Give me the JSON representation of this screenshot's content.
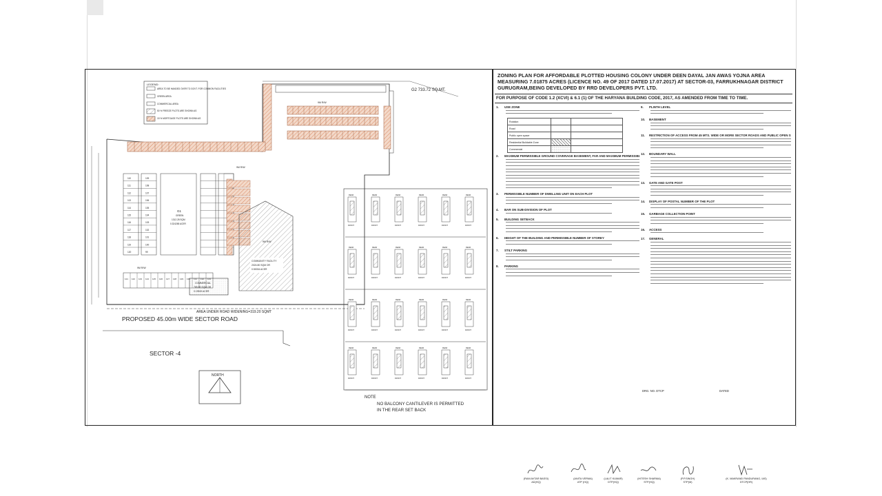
{
  "plan": {
    "legend_title": "LEGEND:",
    "legend_items": [
      {
        "label": "AREA TO BE HANDED OVER TO GOVT. FOR COMMON FACILITIES",
        "style": "line"
      },
      {
        "label": "GREEN AREA",
        "style": "plain"
      },
      {
        "label": "COMMERCIAL AREA",
        "style": "plain"
      },
      {
        "label": "50 % FREEZE PLOTS ARE SHOWN AS",
        "style": "hatch"
      },
      {
        "label": "15 % MORTGAGE PLOTS ARE SHOWN AS",
        "style": "pink"
      }
    ],
    "g2_label": "G2  733.72 SQ.MT.",
    "g1_label": "G1",
    "g1_sub": "GREEN",
    "g1_area": "1312.28 SQM",
    "g1_acre": "0.324265 ACER",
    "community_label": "COMMUNITY FACILITY",
    "community_area": "2024.80 SQM OR",
    "community_acre": "0.50034 ACER",
    "commercial_label": "COMMERCIAL",
    "commercial_area": "789.89 SQM OR",
    "commercial_acre": "0.19519 ACER",
    "road_label_1": "9M R/W",
    "road_label_2": "9M R/W",
    "road_label_3": "9M R/W",
    "road_label_4": "9M R/W",
    "widening": "AREA UNDER ROAD WIDENING=319.20 SQMT",
    "sector_road": "PROPOSED 45.00m WIDE SECTOR ROAD",
    "sector": "SECTOR -4",
    "north": "NORTH",
    "note_title": "NOTE",
    "note_text_1": "NO BALCONY CANTILEVER IS PERMITTED",
    "note_text_2": "IN THE REAR SET BACK",
    "plot_numbers_left_a": [
      "110",
      "111",
      "112",
      "113",
      "114",
      "115",
      "116",
      "117",
      "118",
      "119",
      "120"
    ],
    "plot_numbers_left_b": [
      "109",
      "108",
      "107",
      "106",
      "105",
      "104",
      "103",
      "102",
      "101",
      "100",
      "99"
    ],
    "plot_numbers_bottom": [
      "121",
      "122",
      "123",
      "124",
      "125",
      "126",
      "127",
      "128",
      "129",
      "130",
      "131",
      "132",
      "133"
    ],
    "detail_front": "FRONT",
    "detail_rear": "REAR"
  },
  "notes": {
    "title": "ZONING PLAN FOR AFFORDABLE PLOTTED HOUSING COLONY UNDER DEEN DAYAL JAN AWAS YOJNA AREA\nMEASURING 7.01875 ACRES (LICENCE NO. 49 OF 2017 DATED 17.07.2017) AT SECTOR-03, FARRUKHNAGAR DISTRICT\nGURUGRAM,BEING DEVELOPED BY RRD DEVELOPERS PVT. LTD.",
    "subtitle": "FOR PURPOSE OF CODE 1.2 (XCVI) & 6.1 (1) OF THE HARYANA BUILDING CODE, 2017, AS AMENDED FROM TIME TO TIME.",
    "left_sections": [
      {
        "num": "1.",
        "title": "USE ZONE"
      },
      {
        "num": "2.",
        "title": "MAXIMUM PERMISSIBLE GROUND COVERAGE BASEMENT, FAR AND MAXIMUM PERMISSIBLE HEIGHT INCLUDING STILT PARKING"
      },
      {
        "num": "3.",
        "title": "PERMISSIBLE NUMBER OF DWELLING UNIT ON EACH PLOT"
      },
      {
        "num": "4.",
        "title": "BAR ON SUB-DIVISION OF PLOT"
      },
      {
        "num": "5.",
        "title": "BUILDING SETBACK"
      },
      {
        "num": "6.",
        "title": "HEIGHT OF THE BUILDING AND PERMISSIBLE NUMBER OF STOREY"
      },
      {
        "num": "7.",
        "title": "STILT PARKING"
      },
      {
        "num": "8.",
        "title": "PARKING"
      }
    ],
    "right_sections": [
      {
        "num": "9.",
        "title": "PLINTH LEVEL"
      },
      {
        "num": "10.",
        "title": "BASEMENT"
      },
      {
        "num": "11.",
        "title": "RESTRICTION OF ACCESS FROM 45 MTS. WIDE OR MORE SECTOR ROADS AND PUBLIC OPEN SPACES"
      },
      {
        "num": "12.",
        "title": "BOUNDARY WALL"
      },
      {
        "num": "13.",
        "title": "GATE AND GATE POST"
      },
      {
        "num": "14.",
        "title": "DISPLAY OF POSTAL NUMBER OF THE PLOT"
      },
      {
        "num": "15.",
        "title": "GARBAGE COLLECTION POINT"
      },
      {
        "num": "16.",
        "title": "ACCESS"
      },
      {
        "num": "17.",
        "title": "GENERAL"
      }
    ],
    "use_zone_rows": [
      "Rotation",
      "Road",
      "Public open space",
      "Residential Buildable Zone",
      "Commercial"
    ],
    "drg_label": "DRG. NO. DTCP",
    "dated_label": "DATED",
    "signatures": [
      {
        "name": "(RAM AVTAR BASSI)",
        "role": "AD(HQ)"
      },
      {
        "name": "(ANITA VERMA)",
        "role": "ATP (HQ)"
      },
      {
        "name": "(LALIT KUMAR)",
        "role": "DTP(HQ)"
      },
      {
        "name": "(HITESH SHARMA)",
        "role": "STP(HQ)"
      },
      {
        "name": "(P.P.SINGH)",
        "role": "STP(M)"
      },
      {
        "name": "(K. MAKRAND PANDURANG, IAS)",
        "role": "DTCP(HR)"
      }
    ]
  }
}
